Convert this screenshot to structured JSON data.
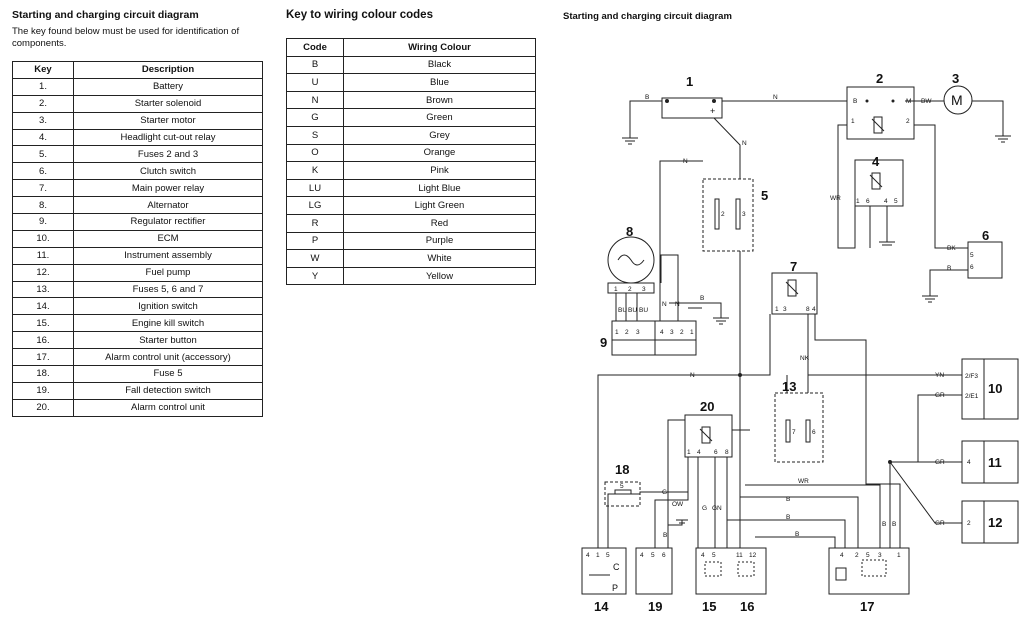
{
  "left_title": "Starting and charging circuit diagram",
  "intro": "The key found below must be used for identification of components.",
  "key_table": {
    "headers": [
      "Key",
      "Description"
    ],
    "rows": [
      [
        "1.",
        "Battery"
      ],
      [
        "2.",
        "Starter solenoid"
      ],
      [
        "3.",
        "Starter motor"
      ],
      [
        "4.",
        "Headlight cut-out relay"
      ],
      [
        "5.",
        "Fuses 2 and 3"
      ],
      [
        "6.",
        "Clutch switch"
      ],
      [
        "7.",
        "Main power relay"
      ],
      [
        "8.",
        "Alternator"
      ],
      [
        "9.",
        "Regulator rectifier"
      ],
      [
        "10.",
        "ECM"
      ],
      [
        "11.",
        "Instrument assembly"
      ],
      [
        "12.",
        "Fuel pump"
      ],
      [
        "13.",
        "Fuses 5, 6 and 7"
      ],
      [
        "14.",
        "Ignition switch"
      ],
      [
        "15.",
        "Engine kill switch"
      ],
      [
        "16.",
        "Starter button"
      ],
      [
        "17.",
        "Alarm control unit (accessory)"
      ],
      [
        "18.",
        "Fuse 5"
      ],
      [
        "19.",
        "Fall detection switch"
      ],
      [
        "20.",
        "Alarm control unit"
      ]
    ]
  },
  "colour_title": "Key to wiring colour codes",
  "colour_table": {
    "headers": [
      "Code",
      "Wiring Colour"
    ],
    "rows": [
      [
        "B",
        "Black"
      ],
      [
        "U",
        "Blue"
      ],
      [
        "N",
        "Brown"
      ],
      [
        "G",
        "Green"
      ],
      [
        "S",
        "Grey"
      ],
      [
        "O",
        "Orange"
      ],
      [
        "K",
        "Pink"
      ],
      [
        "LU",
        "Light Blue"
      ],
      [
        "LG",
        "Light Green"
      ],
      [
        "R",
        "Red"
      ],
      [
        "P",
        "Purple"
      ],
      [
        "W",
        "White"
      ],
      [
        "Y",
        "Yellow"
      ]
    ]
  },
  "diagram": {
    "title": "Starting and charging circuit diagram",
    "components": [
      "1",
      "2",
      "3",
      "4",
      "5",
      "6",
      "7",
      "8",
      "9",
      "10",
      "11",
      "12",
      "13",
      "14",
      "15",
      "16",
      "17",
      "18",
      "19",
      "20"
    ],
    "wire_labels": [
      "B",
      "N",
      "N",
      "B",
      "M",
      "BW",
      "N",
      "WR",
      "BK",
      "B",
      "N",
      "N",
      "B",
      "N",
      "NK",
      "YN",
      "GR",
      "WR",
      "GR",
      "GR",
      "OW",
      "G",
      "G",
      "GN",
      "B",
      "B",
      "B",
      "B"
    ],
    "pin_labels": {
      "c2": [
        "1",
        "2"
      ],
      "c4": [
        "1",
        "6",
        "4",
        "5"
      ],
      "c5": [
        "2",
        "3"
      ],
      "c6": [
        "5",
        "6"
      ],
      "c7": [
        "1",
        "3",
        "8",
        "4"
      ],
      "c8": [
        "1",
        "2",
        "3"
      ],
      "c9": [
        "1",
        "2",
        "3",
        "4",
        "3",
        "2",
        "1"
      ],
      "c9_wires": [
        "BU",
        "BU",
        "BU"
      ],
      "c10": [
        "2/F3",
        "2/E1"
      ],
      "c11": "4",
      "c12": "2",
      "c13": [
        "7",
        "6"
      ],
      "c14": [
        "4",
        "1",
        "5"
      ],
      "c17": [
        "4",
        "2",
        "5",
        "3",
        "1"
      ],
      "c17_wires": [
        "B",
        "B"
      ],
      "c18": "5",
      "c19": [
        "4",
        "5",
        "6"
      ],
      "c15": [
        "4",
        "5"
      ],
      "c16": [
        "11",
        "12"
      ],
      "c20": [
        "1",
        "4",
        "6",
        "8"
      ]
    },
    "motor_symbol": "M",
    "plus_sign": "+",
    "ignition_letters": [
      "C",
      "P"
    ]
  }
}
